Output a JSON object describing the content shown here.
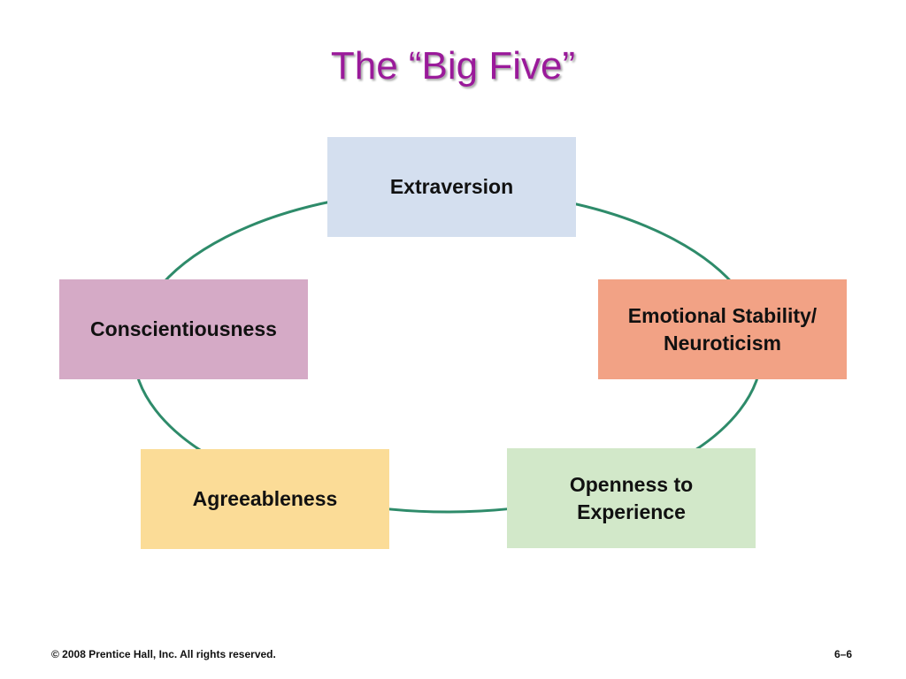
{
  "title": "The “Big Five”",
  "traits": [
    {
      "label": "Extraversion",
      "color": "#d4dfef"
    },
    {
      "label": "Conscientiousness",
      "color": "#d5aac6"
    },
    {
      "label": "Emotional Stability/\nNeuroticism",
      "color": "#f2a285"
    },
    {
      "label": "Agreeableness",
      "color": "#fbdc97"
    },
    {
      "label": "Openness to\nExperience",
      "color": "#d2e8c9"
    }
  ],
  "ring_color": "#2e8b6a",
  "footer": {
    "copyright": "© 2008 Prentice Hall, Inc. All rights reserved.",
    "page": "6–6"
  }
}
